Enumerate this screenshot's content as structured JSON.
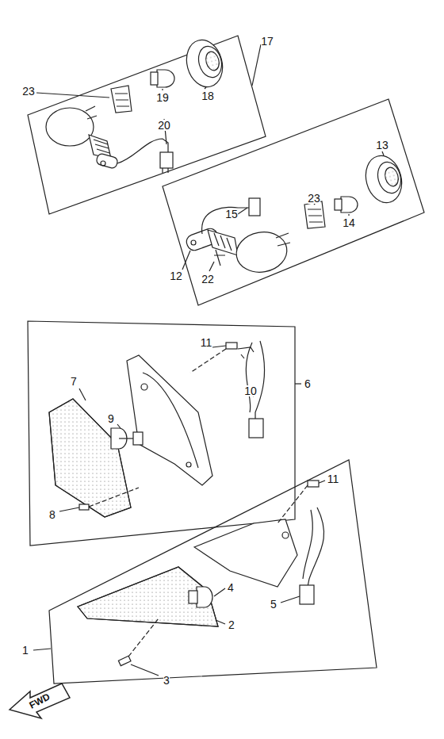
{
  "diagram": {
    "labels": [
      "17",
      "23",
      "19",
      "18",
      "20",
      "13",
      "15",
      "23",
      "14",
      "12",
      "22",
      "11",
      "10",
      "6",
      "7",
      "9",
      "8",
      "11",
      "5",
      "4",
      "2",
      "3",
      "1",
      "FWD"
    ]
  }
}
